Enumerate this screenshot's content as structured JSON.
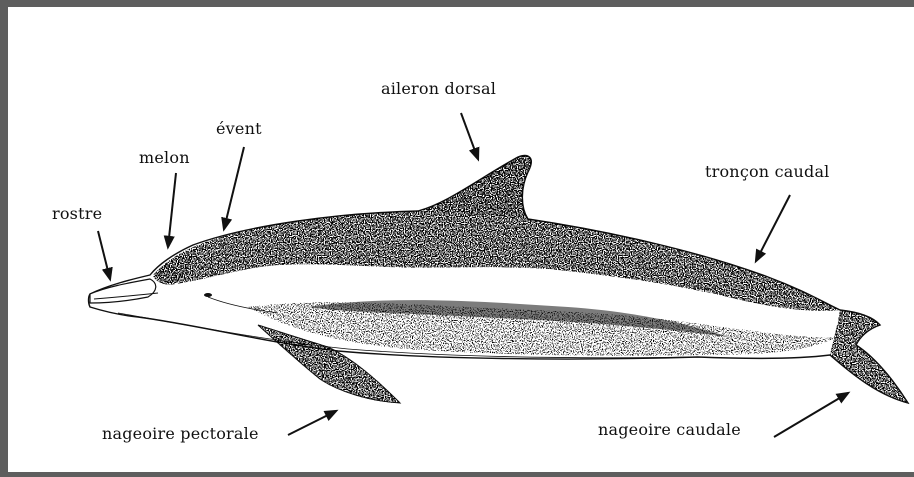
{
  "labels": {
    "rostrum": "rostre",
    "melon": "melon",
    "blowhole": "évent",
    "dorsal_fin": "aileron dorsal",
    "tail_stock": "tronçon caudal",
    "pectoral_fin": "nageoire pectorale",
    "caudal_fin": "nageoire caudale"
  },
  "colors": {
    "frame": "#5e5e5e",
    "background": "#ffffff",
    "ink": "#111111",
    "stipple": "#222222"
  }
}
